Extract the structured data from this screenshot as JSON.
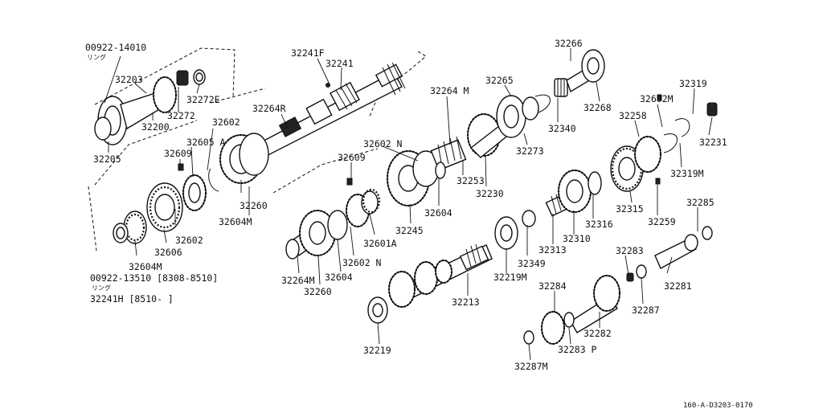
{
  "diagram": {
    "code": "160-A-D3203-0170",
    "labels": {
      "p00922_14010": "00922-14010",
      "ring1": "リング",
      "p32203": "32203",
      "p32272e": "32272E",
      "p32272": "32272",
      "p32200": "32200",
      "p32205": "32205",
      "p32605a": "32605 A",
      "p32609a": "32609",
      "p32602a": "32602",
      "p32241f": "32241F",
      "p32241": "32241",
      "p32264r": "32264R",
      "p32260a": "32260",
      "p32604m_a": "32604M",
      "p32602b": "32602",
      "p32606": "32606",
      "p32604m_b": "32604M",
      "p00922_13510": "00922-13510 [8308-8510]",
      "ring2": "リング",
      "p32241h": "32241H [8510-         ]",
      "p32264m_a": "32264 M",
      "p32602n_a": "32602 N",
      "p32609b": "32609",
      "p32245": "32245",
      "p32604a": "32604",
      "p32253": "32253",
      "p32230": "32230",
      "p32601a": "32601A",
      "p32602n_b": "32602 N",
      "p32604b": "32604",
      "p32264m_b": "32264M",
      "p32260b": "32260",
      "p32265": "32265",
      "p32273": "32273",
      "p32266": "32266",
      "p32268": "32268",
      "p32340": "32340",
      "p32602m": "32602M",
      "p32258": "32258",
      "p32319": "32319",
      "p32231": "32231",
      "p32319m": "32319M",
      "p32315": "32315",
      "p32259": "32259",
      "p32285": "32285",
      "p32316": "32316",
      "p32310": "32310",
      "p32313": "32313",
      "p32349": "32349",
      "p32219m": "32219M",
      "p32213": "32213",
      "p32219": "32219",
      "p32283": "32283",
      "p32281": "32281",
      "p32284": "32284",
      "p32287": "32287",
      "p32282": "32282",
      "p32283p": "32283 P",
      "p32287m": "32287M"
    }
  }
}
